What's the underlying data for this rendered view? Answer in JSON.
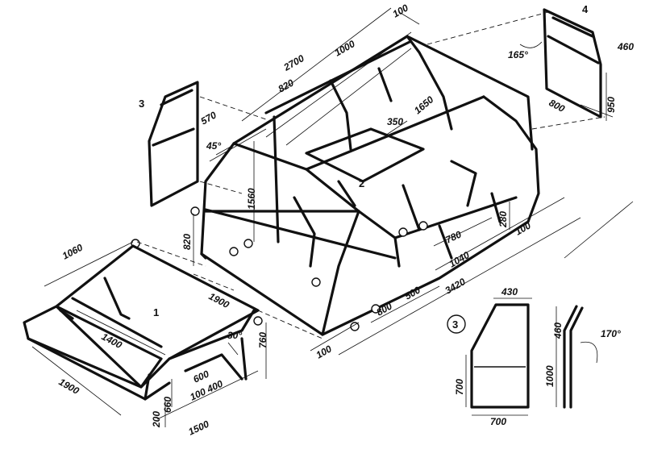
{
  "diagram": {
    "part_numbers": [
      "1",
      "2",
      "3",
      "4"
    ],
    "detail_3_circle": "3",
    "dimensions": {
      "d100_top": "100",
      "d2700": "2700",
      "d1000_top": "1000",
      "d820_top": "820",
      "d570": "570",
      "d1650": "1650",
      "d350": "350",
      "d45deg": "45°",
      "d1560": "1560",
      "d820_left": "820",
      "d1060": "1060",
      "d1900_mid": "1900",
      "d1400": "1400",
      "d1900_left": "1900",
      "d30deg": "30°",
      "d600": "600",
      "d100_400": "100 400",
      "d760": "760",
      "d200": "200",
      "d660": "660",
      "d1500": "1500",
      "d100_bottom": "100",
      "d800_bottom": "800",
      "d500": "500",
      "d3420": "3420",
      "d1040": "1040",
      "d780": "780",
      "d280": "280",
      "d100_right": "100",
      "d165deg": "165°",
      "d460_top": "460",
      "d950": "950",
      "d800_right": "800",
      "d430": "430",
      "d700_side": "700",
      "d700_bottom": "700",
      "d460_detail": "460",
      "d1000_detail": "1000",
      "d170deg": "170°"
    }
  }
}
